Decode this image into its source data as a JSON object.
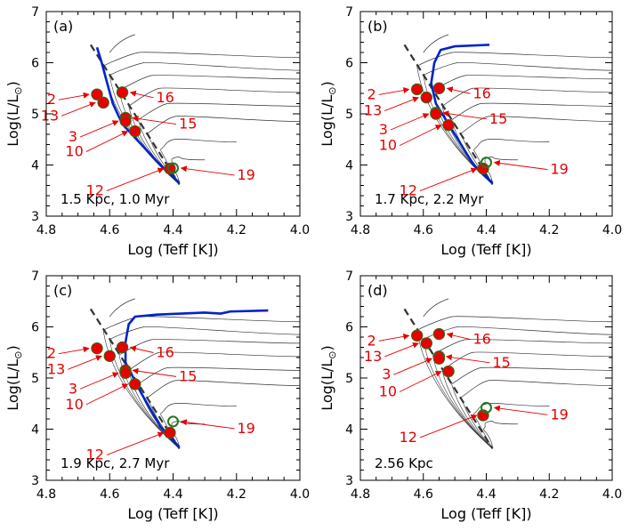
{
  "figure": {
    "axes": {
      "xlabel": "Log (Teff [K])",
      "ylabel_main": "Log(L/L",
      "ylabel_close": ")",
      "xlim": [
        4.8,
        4.0
      ],
      "ylim": [
        3,
        7
      ],
      "xticks": [
        4.8,
        4.6,
        4.4,
        4.2,
        4.0
      ],
      "yticks": [
        3,
        4,
        5,
        6,
        7
      ]
    },
    "colors": {
      "star_fill": "#e60000",
      "star_edge": "#2e6e1a",
      "open_marker": "#1f7a1f",
      "label": "#e60000",
      "arrow": "#e60000",
      "track_blue": "#0022cc",
      "track_gray": "#333333",
      "zams_dash": "#333333"
    }
  },
  "chart_data": [
    {
      "type": "scatter",
      "panel_label": "(a)",
      "annotation": "1.5 Kpc, 1.0 Myr",
      "stars": [
        {
          "id": "2",
          "logT": 4.64,
          "logL": 5.38,
          "filled": true
        },
        {
          "id": "13",
          "logT": 4.62,
          "logL": 5.22,
          "filled": true
        },
        {
          "id": "16",
          "logT": 4.56,
          "logL": 5.42,
          "filled": true
        },
        {
          "id": "15",
          "logT": 4.55,
          "logL": 4.92,
          "filled": true
        },
        {
          "id": "3",
          "logT": 4.55,
          "logL": 4.86,
          "filled": true
        },
        {
          "id": "10",
          "logT": 4.52,
          "logL": 4.66,
          "filled": true
        },
        {
          "id": "12",
          "logT": 4.41,
          "logL": 3.93,
          "filled": true
        },
        {
          "id": "19",
          "logT": 4.4,
          "logL": 3.94,
          "filled": false
        }
      ],
      "blue_track": [
        [
          4.64,
          6.3
        ],
        [
          4.625,
          6.0
        ],
        [
          4.61,
          5.65
        ],
        [
          4.59,
          5.2
        ],
        [
          4.56,
          4.8
        ],
        [
          4.5,
          4.4
        ],
        [
          4.44,
          4.0
        ],
        [
          4.38,
          3.65
        ]
      ]
    },
    {
      "type": "scatter",
      "panel_label": "(b)",
      "annotation": "1.7 Kpc, 2.2 Myr",
      "stars": [
        {
          "id": "2",
          "logT": 4.62,
          "logL": 5.48,
          "filled": true
        },
        {
          "id": "13",
          "logT": 4.59,
          "logL": 5.32,
          "filled": true
        },
        {
          "id": "16",
          "logT": 4.55,
          "logL": 5.5,
          "filled": true
        },
        {
          "id": "15",
          "logT": 4.56,
          "logL": 5.02,
          "filled": true
        },
        {
          "id": "3",
          "logT": 4.56,
          "logL": 5.0,
          "filled": true
        },
        {
          "id": "10",
          "logT": 4.52,
          "logL": 4.78,
          "filled": true
        },
        {
          "id": "12",
          "logT": 4.41,
          "logL": 3.93,
          "filled": true
        },
        {
          "id": "19",
          "logT": 4.4,
          "logL": 4.05,
          "filled": false
        }
      ],
      "blue_track": [
        [
          4.39,
          6.35
        ],
        [
          4.5,
          6.32
        ],
        [
          4.545,
          6.25
        ],
        [
          4.565,
          6.0
        ],
        [
          4.575,
          5.6
        ],
        [
          4.56,
          5.2
        ],
        [
          4.5,
          4.6
        ],
        [
          4.44,
          4.0
        ],
        [
          4.38,
          3.65
        ]
      ]
    },
    {
      "type": "scatter",
      "panel_label": "(c)",
      "annotation": "1.9 Kpc, 2.7 Myr",
      "stars": [
        {
          "id": "2",
          "logT": 4.64,
          "logL": 5.58,
          "filled": true
        },
        {
          "id": "13",
          "logT": 4.6,
          "logL": 5.43,
          "filled": true
        },
        {
          "id": "16",
          "logT": 4.56,
          "logL": 5.6,
          "filled": true
        },
        {
          "id": "15",
          "logT": 4.55,
          "logL": 5.15,
          "filled": true
        },
        {
          "id": "3",
          "logT": 4.55,
          "logL": 5.1,
          "filled": true
        },
        {
          "id": "10",
          "logT": 4.52,
          "logL": 4.88,
          "filled": true
        },
        {
          "id": "12",
          "logT": 4.41,
          "logL": 3.93,
          "filled": true
        },
        {
          "id": "19",
          "logT": 4.4,
          "logL": 4.15,
          "filled": false
        }
      ],
      "blue_track": [
        [
          4.1,
          6.32
        ],
        [
          4.22,
          6.3
        ],
        [
          4.25,
          6.26
        ],
        [
          4.3,
          6.28
        ],
        [
          4.45,
          6.24
        ],
        [
          4.52,
          6.2
        ],
        [
          4.54,
          6.05
        ],
        [
          4.55,
          5.7
        ],
        [
          4.55,
          5.3
        ],
        [
          4.5,
          4.7
        ],
        [
          4.44,
          4.05
        ],
        [
          4.38,
          3.65
        ]
      ]
    },
    {
      "type": "scatter",
      "panel_label": "(d)",
      "annotation": "2.56 Kpc",
      "stars": [
        {
          "id": "2",
          "logT": 4.62,
          "logL": 5.83,
          "filled": true
        },
        {
          "id": "13",
          "logT": 4.59,
          "logL": 5.68,
          "filled": true
        },
        {
          "id": "16",
          "logT": 4.55,
          "logL": 5.86,
          "filled": true
        },
        {
          "id": "15",
          "logT": 4.55,
          "logL": 5.42,
          "filled": true
        },
        {
          "id": "3",
          "logT": 4.55,
          "logL": 5.38,
          "filled": true
        },
        {
          "id": "10",
          "logT": 4.52,
          "logL": 5.13,
          "filled": true
        },
        {
          "id": "12",
          "logT": 4.41,
          "logL": 4.27,
          "filled": true
        },
        {
          "id": "19",
          "logT": 4.4,
          "logL": 4.42,
          "filled": false
        }
      ],
      "blue_track": []
    }
  ]
}
